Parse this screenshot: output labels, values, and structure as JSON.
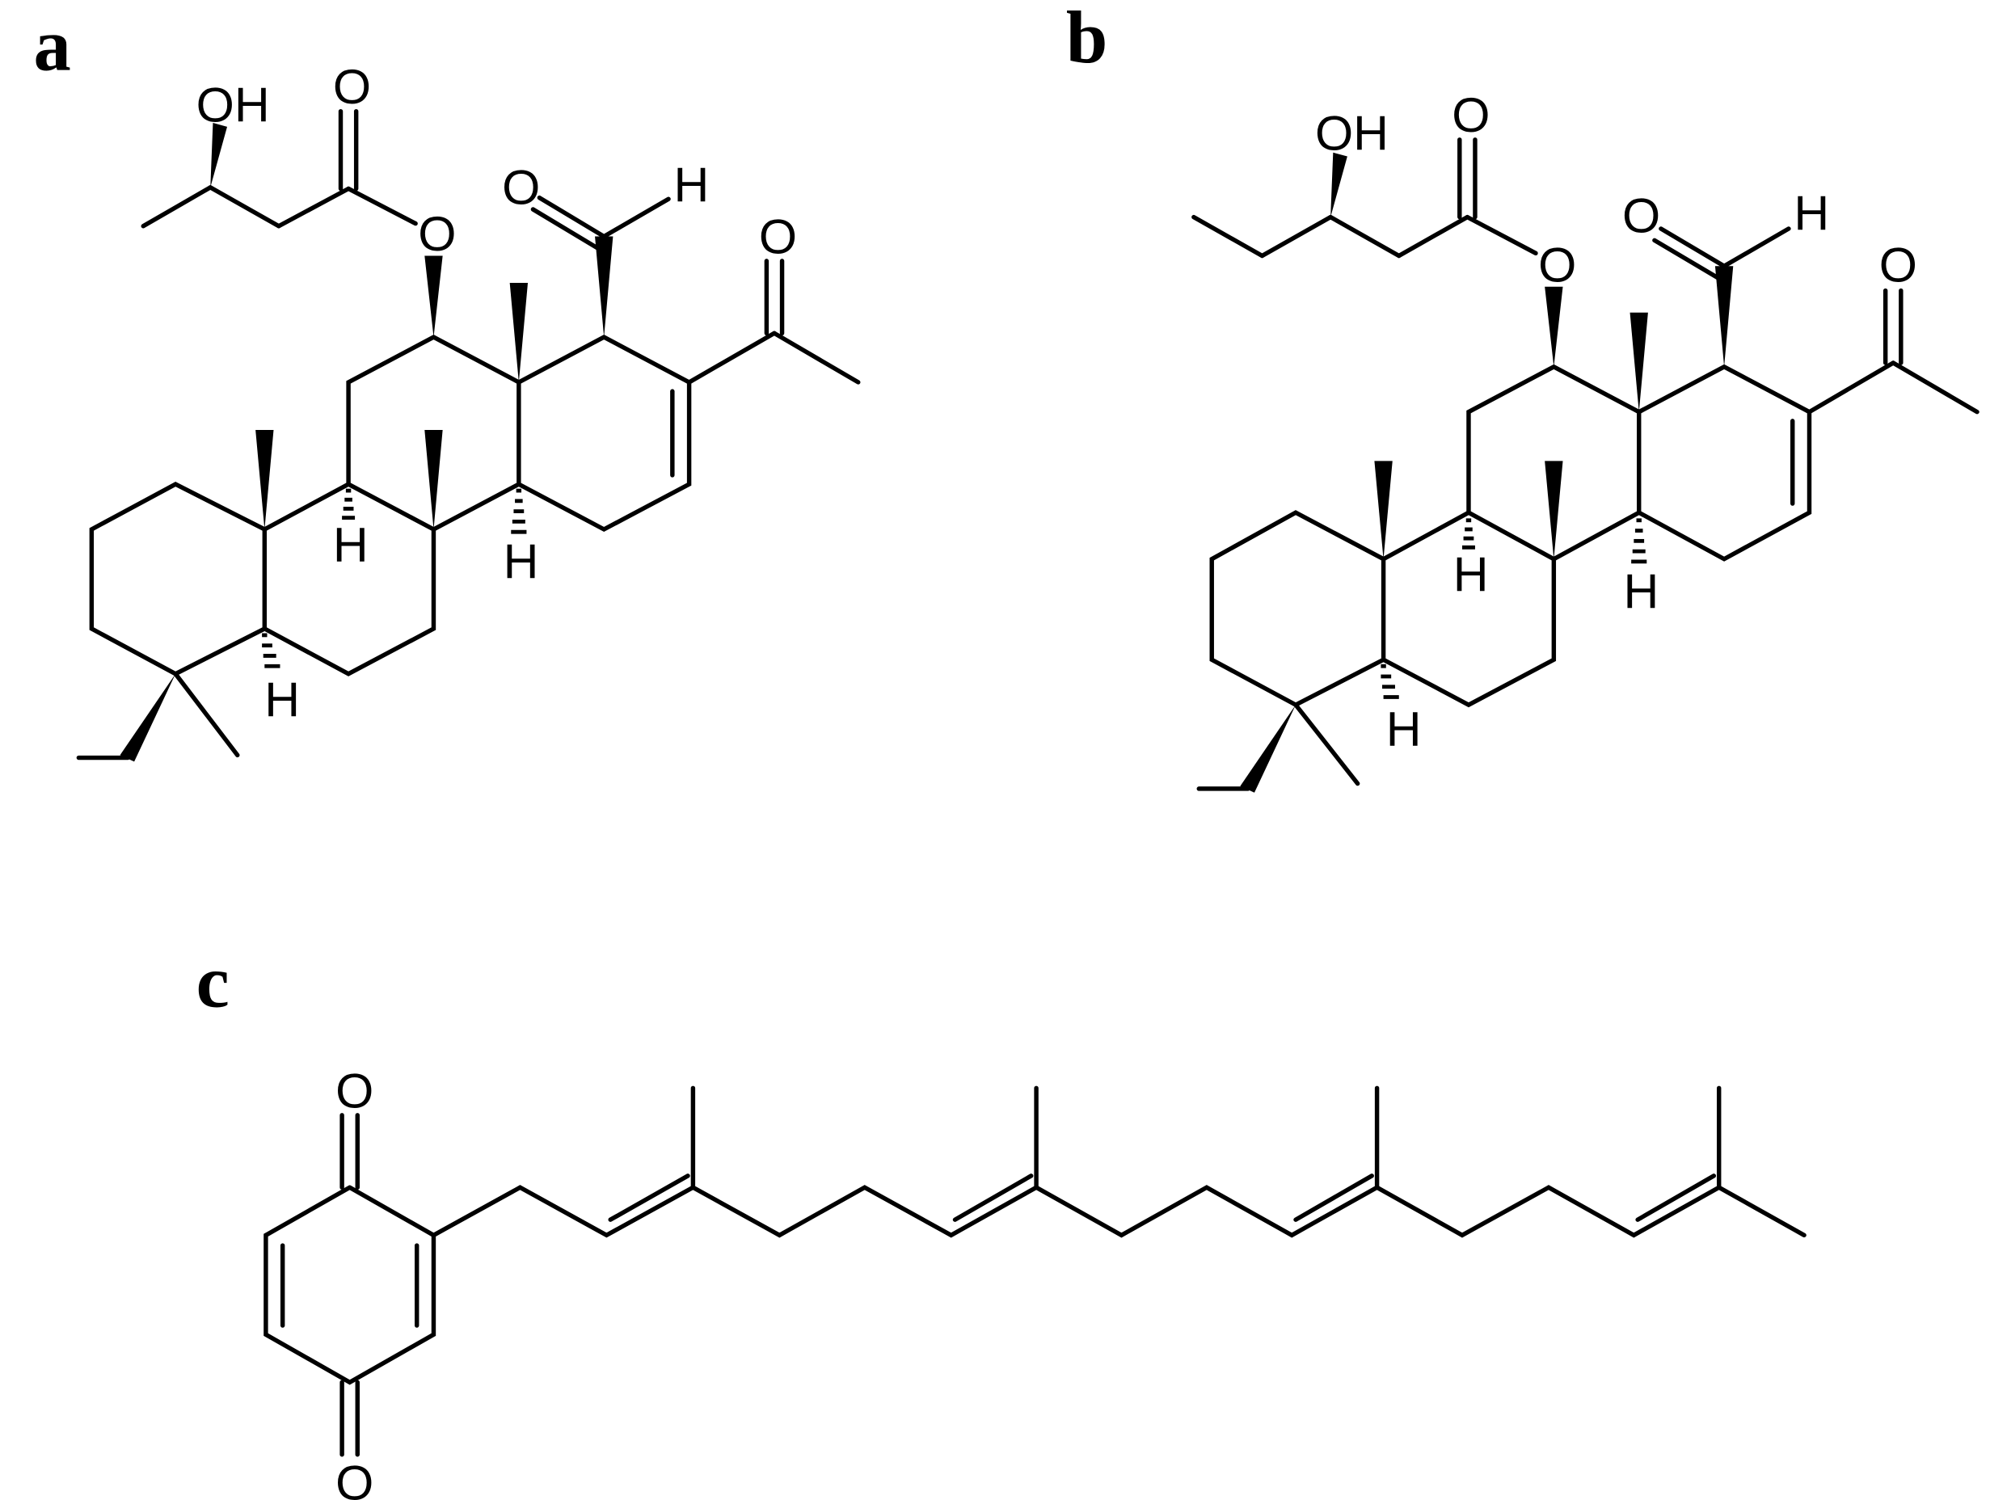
{
  "panels": {
    "a": {
      "label": "a"
    },
    "b": {
      "label": "b"
    },
    "c": {
      "label": "c"
    }
  },
  "atoms": {
    "oxygen": "O",
    "hydroxyl": "OH",
    "hydrogen": "H"
  },
  "colors": {
    "ink": "#000000",
    "background": "#ffffff"
  }
}
